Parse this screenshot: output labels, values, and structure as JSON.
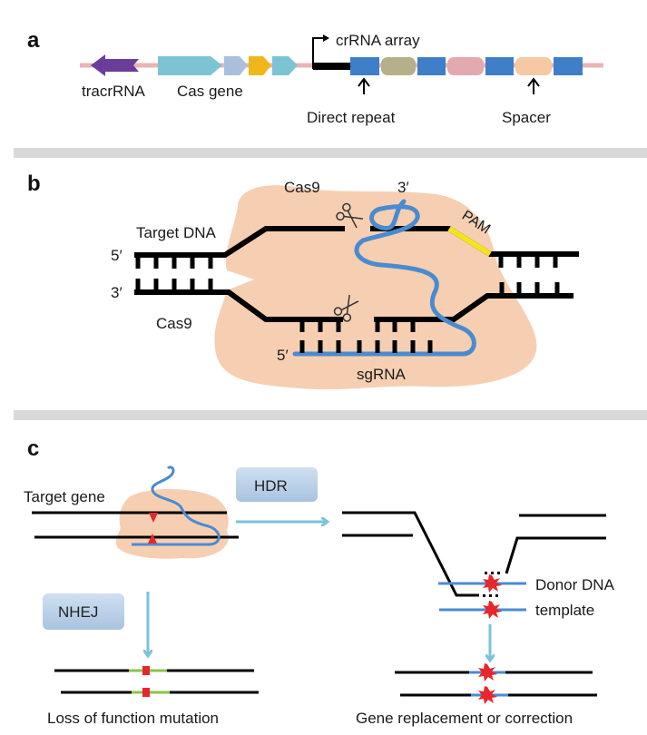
{
  "figure": {
    "panels": [
      {
        "id": "a",
        "letter": "a",
        "labels": {
          "tracrRNA": "tracrRNA",
          "cas_gene": "Cas gene",
          "crRNA_array": "crRNA array",
          "direct_repeat": "Direct repeat",
          "spacer": "Spacer"
        },
        "colors": {
          "backbone": "#e8b4b4",
          "tracrRNA": "#6a3d9a",
          "cas_main": "#7cc4d4",
          "cas_small1": "#a9bfdc",
          "cas_small2": "#f0b71c",
          "cas_small3": "#7cc4d4",
          "leader": "#000000",
          "repeat": "#3f7fc9",
          "spacers": [
            "#b5b08a",
            "#e2a9ae",
            "#f4c9a3"
          ]
        }
      },
      {
        "id": "b",
        "letter": "b",
        "labels": {
          "cas9_top": "Cas9",
          "cas9_left": "Cas9",
          "target_dna": "Target DNA",
          "five_prime_top": "5′",
          "three_prime_bottom": "3′",
          "three_prime_rna": "3′",
          "five_prime_rna": "5′",
          "pam": "PAM",
          "sgrna": "sgRNA"
        },
        "colors": {
          "cas9_blob": "#f6cfb2",
          "sgrna": "#4a8bd0",
          "dna": "#000000",
          "pam": "#f2e51b"
        }
      },
      {
        "id": "c",
        "letter": "c",
        "labels": {
          "target_gene": "Target gene",
          "hdr": "HDR",
          "nhej": "NHEJ",
          "donor_dna": "Donor DNA",
          "template": "template",
          "loss_of_function": "Loss of function mutation",
          "gene_replacement": "Gene replacement or correction"
        },
        "colors": {
          "arrow": "#7ac3dc",
          "box_fill": "#bcd3ea",
          "indel": "#8bc34a",
          "mutation": "#e8262b",
          "donor": "#4a8bd0"
        }
      }
    ],
    "divider_color": "#d9d9d9"
  }
}
